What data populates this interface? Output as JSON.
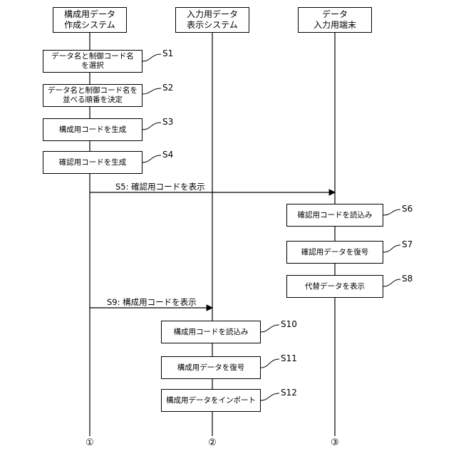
{
  "actors": [
    {
      "line1": "構成用データ",
      "line2": "作成システム"
    },
    {
      "line1": "入力用データ",
      "line2": "表示システム"
    },
    {
      "line1": "データ",
      "line2": "入力用端末"
    }
  ],
  "steps": [
    {
      "id": "S1",
      "line1": "データ名と制御コード名",
      "line2": "を選択"
    },
    {
      "id": "S2",
      "line1": "データ名と制御コード名を",
      "line2": "並べる順番を決定"
    },
    {
      "id": "S3",
      "line1": "構成用コードを生成",
      "line2": ""
    },
    {
      "id": "S4",
      "line1": "確認用コードを生成",
      "line2": ""
    },
    {
      "id": "S6",
      "line1": "確認用コードを読込み",
      "line2": ""
    },
    {
      "id": "S7",
      "line1": "確認用データを復号",
      "line2": ""
    },
    {
      "id": "S8",
      "line1": "代替データを表示",
      "line2": ""
    },
    {
      "id": "S10",
      "line1": "構成用コードを読込み",
      "line2": ""
    },
    {
      "id": "S11",
      "line1": "構成用データを復号",
      "line2": ""
    },
    {
      "id": "S12",
      "line1": "構成用データをインポート",
      "line2": ""
    }
  ],
  "messages": [
    {
      "text": "S5: 確認用コードを表示"
    },
    {
      "text": "S9: 構成用コードを表示"
    }
  ],
  "end_marks": [
    "①",
    "②",
    "③"
  ]
}
